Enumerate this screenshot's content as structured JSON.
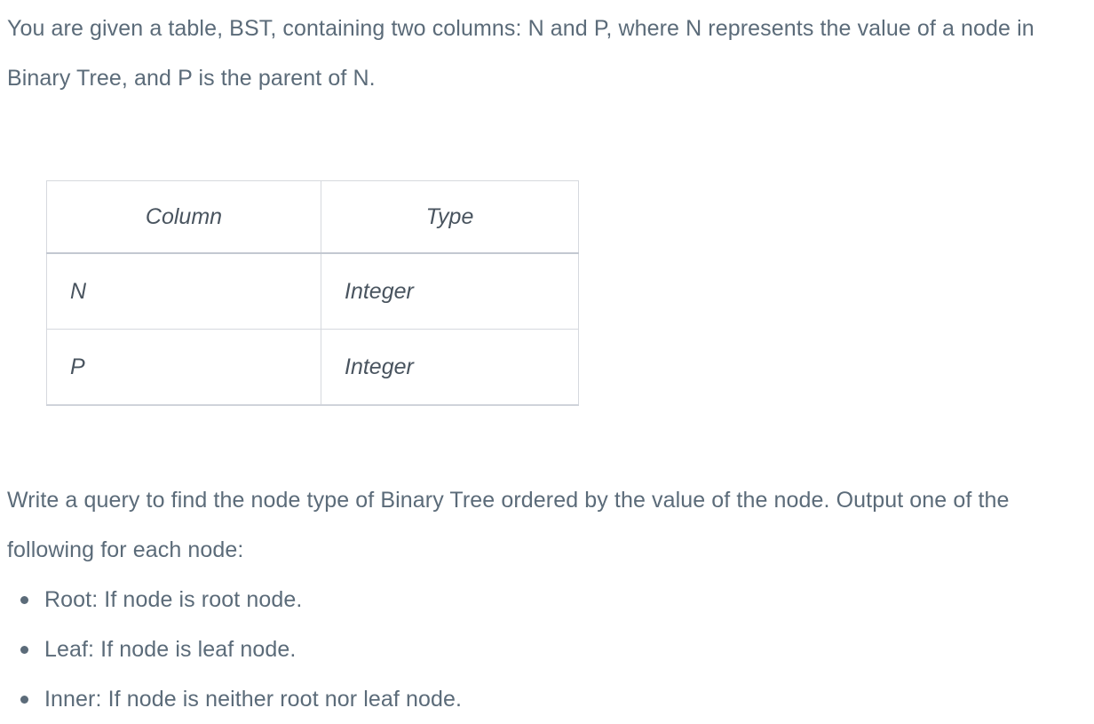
{
  "colors": {
    "body_text": "#5b6b79",
    "table_text": "#49545f",
    "table_border": "#d6d9de",
    "table_header_border": "#c3c8d1",
    "background": "#ffffff"
  },
  "intro_paragraph": "You are given a table, BST, containing two columns: N and P, where N represents the value of a node in Binary Tree, and P is the parent of N.",
  "schema_table": {
    "headers": [
      "Column",
      "Type"
    ],
    "rows": [
      [
        "N",
        "Integer"
      ],
      [
        "P",
        "Integer"
      ]
    ]
  },
  "task_paragraph": "Write a query to find the node type of Binary Tree ordered by the value of the node. Output one of the following for each node:",
  "node_types": [
    "Root: If node is root node.",
    "Leaf: If node is leaf node.",
    "Inner: If node is neither root nor leaf node."
  ]
}
